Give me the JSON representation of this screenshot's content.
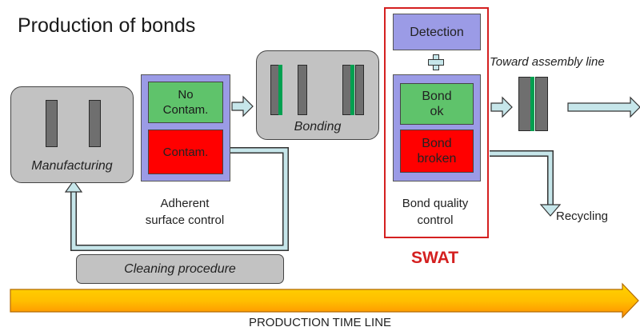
{
  "title": "Production of bonds",
  "manufacturing": {
    "label": "Manufacturing"
  },
  "adherent": {
    "no_contam": "No\nContam.",
    "contam": "Contam.",
    "caption": "Adherent\nsurface control"
  },
  "bonding": {
    "label": "Bonding"
  },
  "swat": {
    "detection": "Detection",
    "bond_ok": "Bond\nok",
    "bond_broken": "Bond\nbroken",
    "caption": "Bond quality\ncontrol",
    "name": "SWAT"
  },
  "toward_assembly": "Toward assembly line",
  "recycling": "Recycling",
  "cleaning": "Cleaning procedure",
  "timeline": "PRODUCTION TIME LINE",
  "colors": {
    "gray_box": "#c2c2c2",
    "purple_box": "#9b9be6",
    "green_box": "#5fc36b",
    "red_box": "#ff0000",
    "swat_red": "#d42020",
    "arrow_fill": "#c6e6ea",
    "timeline_fill": "#ffcc00",
    "timeline_orange": "#ff8c00"
  }
}
